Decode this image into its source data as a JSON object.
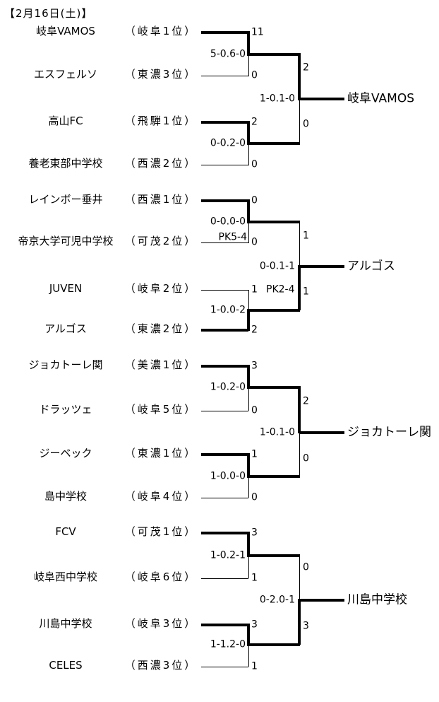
{
  "header": {
    "date_label": "【2月16日(土)】"
  },
  "bracket": {
    "teams": [
      {
        "name": "岐阜VAMOS",
        "seed": "（岐阜1位）",
        "score": "11",
        "advanced": true
      },
      {
        "name": "エスフェルソ",
        "seed": "（東濃3位）",
        "score": "0",
        "advanced": false
      },
      {
        "name": "高山FC",
        "seed": "（飛騨1位）",
        "score": "2",
        "advanced": true
      },
      {
        "name": "養老東部中学校",
        "seed": "（西濃2位）",
        "score": "0",
        "advanced": false
      },
      {
        "name": "レインボー垂井",
        "seed": "（西濃1位）",
        "score": "0",
        "advanced": true
      },
      {
        "name": "帝京大学可児中学校",
        "seed": "（可茂2位）",
        "score": "0",
        "advanced": false
      },
      {
        "name": "JUVEN",
        "seed": "（岐阜2位）",
        "score": "1",
        "advanced": false
      },
      {
        "name": "アルゴス",
        "seed": "（東濃2位）",
        "score": "2",
        "advanced": true
      },
      {
        "name": "ジョカトーレ関",
        "seed": "（美濃1位）",
        "score": "3",
        "advanced": true
      },
      {
        "name": "ドラッツェ",
        "seed": "（岐阜5位）",
        "score": "0",
        "advanced": false
      },
      {
        "name": "ジーベック",
        "seed": "（東濃1位）",
        "score": "1",
        "advanced": true
      },
      {
        "name": "島中学校",
        "seed": "（岐阜4位）",
        "score": "0",
        "advanced": false
      },
      {
        "name": "FCV",
        "seed": "（可茂1位）",
        "score": "3",
        "advanced": true
      },
      {
        "name": "岐阜西中学校",
        "seed": "（岐阜6位）",
        "score": "1",
        "advanced": false
      },
      {
        "name": "川島中学校",
        "seed": "（岐阜3位）",
        "score": "3",
        "advanced": true
      },
      {
        "name": "CELES",
        "seed": "（西濃3位）",
        "score": "1",
        "advanced": false
      }
    ],
    "round1": [
      {
        "half_score": "5-0.6-0"
      },
      {
        "half_score": "0-0.2-0"
      },
      {
        "half_score": "0-0.0-0",
        "pk": "PK5-4"
      },
      {
        "half_score": "1-0.0-2"
      },
      {
        "half_score": "1-0.2-0"
      },
      {
        "half_score": "1-0.0-0"
      },
      {
        "half_score": "1-0.2-1"
      },
      {
        "half_score": "1-1.2-0"
      }
    ],
    "semifinals": [
      {
        "top_score": "2",
        "bottom_score": "0",
        "half_score": "1-0.1-0",
        "advancing": "岐阜VAMOS"
      },
      {
        "top_score": "1",
        "bottom_score": "1",
        "half_score": "0-0.1-1",
        "pk": "PK2-4",
        "advancing": "アルゴス"
      },
      {
        "top_score": "2",
        "bottom_score": "0",
        "half_score": "1-0.1-0",
        "advancing": "ジョカトーレ関"
      },
      {
        "top_score": "0",
        "bottom_score": "3",
        "half_score": "0-2.0-1",
        "advancing": "川島中学校"
      }
    ]
  }
}
